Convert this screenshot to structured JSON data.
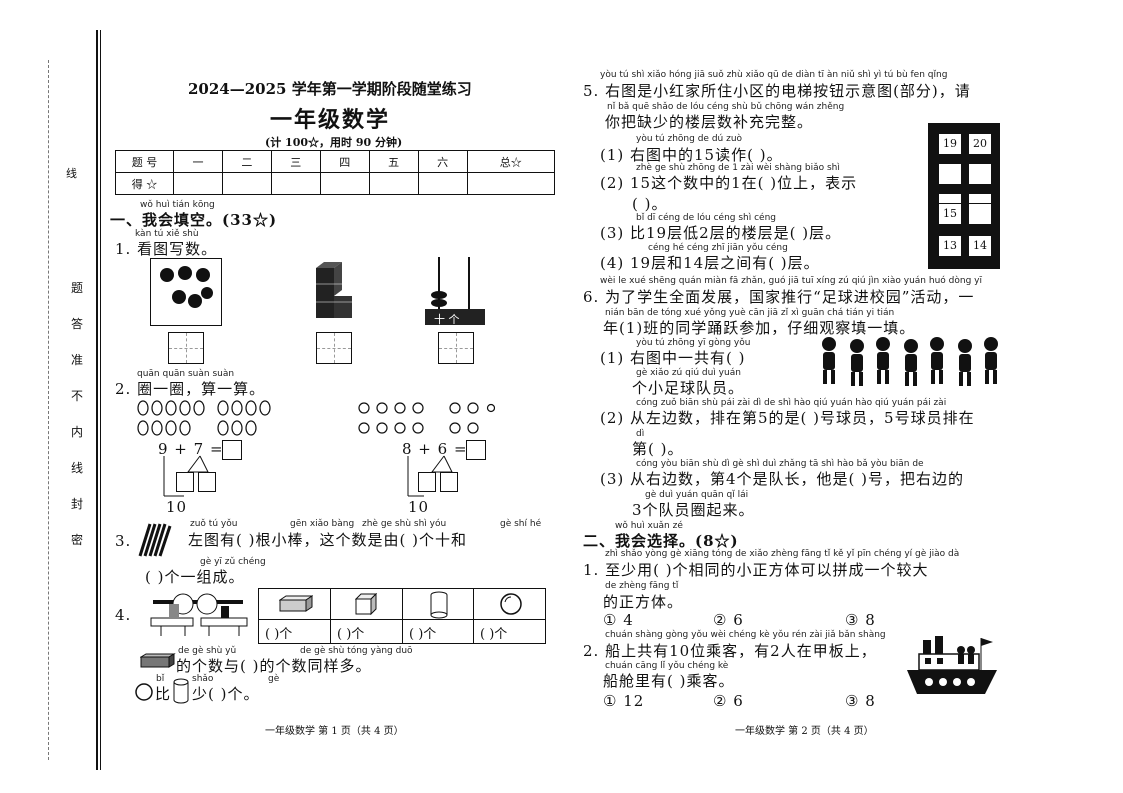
{
  "margin": {
    "chars": [
      "密",
      "封",
      "线",
      "内",
      "不",
      "准",
      "答",
      "题"
    ],
    "label_xian": "线"
  },
  "header": {
    "year_title": "2024—2025 学年第一学期阶段随堂练习",
    "subject": "一年级数学",
    "meta": "(计 100☆，用时 90 分钟)"
  },
  "score_table": {
    "row1": [
      "题 号",
      "一",
      "二",
      "三",
      "四",
      "五",
      "六",
      "总☆"
    ],
    "row2_label": "得 ☆"
  },
  "section1": {
    "py": "wǒ huì tián kōng",
    "title": "一、我会填空。(33☆)",
    "q1": {
      "py": "kàn tú xiě shù",
      "text": "1. 看图写数。",
      "abacus_label": "十  个"
    },
    "q2": {
      "py": "quān  quān  suàn  suàn",
      "text": "2. 圈一圈，算一算。",
      "left_eq": "9 + 7 =",
      "left_sum": "10",
      "right_eq": "8 + 6 =",
      "right_sum": "10"
    },
    "q3": {
      "py1": "zuǒ tú yǒu",
      "py2": "gēn xiǎo bàng",
      "py3": "zhè ge shù shì yóu",
      "py4": "gè shí  hé",
      "num": "3.",
      "line1": "左图有(      )根小棒，这个数是由(      )个十和",
      "py5": "gè yī zǔ chéng",
      "line2": "(      )个一组成。"
    },
    "q4": {
      "num": "4.",
      "cells": [
        "(    )个",
        "(    )个",
        "(    )个",
        "(    )个"
      ],
      "py1": "de  gè shù yǔ",
      "py2": "de gè shù tóng yàng duō",
      "line1": "的个数与(      )的个数同样多。",
      "py3": "bǐ",
      "py4": "shǎo",
      "py5": "gè",
      "line2_a": "比",
      "line2_b": "少(      )个。"
    }
  },
  "footer_left": "一年级数学   第 1 页（共 4 页）",
  "section_right": {
    "q5": {
      "py1": "yòu tú shì xiǎo hóng jiā suǒ zhù xiǎo qū de diàn tī àn niǔ shì yì tú  bù fen  qǐng",
      "line1": "5. 右图是小红家所住小区的电梯按钮示意图(部分)，请",
      "py2": "nǐ  bǎ quē shǎo de lóu céng shù bǔ chōng wán zhěng",
      "line2": "你把缺少的楼层数补充完整。",
      "s1_py": "yòu tú zhōng de    dú zuò",
      "s1": "(1) 右图中的15读作(          )。",
      "s2_py": "zhè ge shù zhōng de 1 zài      wèi shàng  biǎo shì",
      "s2": "(2) 15这个数中的1在(   )位上，表示",
      "s2b": "(              )。",
      "s3_py": "bǐ    dī   céng de lóu céng shì     céng",
      "s3": "(3) 比19层低2层的楼层是(      )层。",
      "s4_py": "céng hé    céng zhī jiān yǒu      céng",
      "s4": "(4) 19层和14层之间有(      )层。",
      "buttons": [
        "19",
        "20",
        "",
        "",
        "",
        "",
        "15",
        "",
        "13",
        "14"
      ]
    },
    "q6": {
      "py1": "wèi le xué shēng quán miàn fā zhǎn, guó jiā tuī xíng  zú qiú jìn xiào yuán  huó dòng  yī",
      "line1": "6. 为了学生全面发展，国家推行“足球进校园”活动，一",
      "py2": "nián     bān de tóng xué yǒng yuè cān jiā  zǐ xì guān chá tián yi tián",
      "line2": "年(1)班的同学踊跃参加，仔细观察填一填。",
      "s1_py": "yòu tú zhōng yī gòng yǒu",
      "s1": "(1) 右图中一共有(      )",
      "s1b_py": "gè xiǎo zú qiú duì yuán",
      "s1b": "个小足球队员。",
      "s2_py": "cóng zuǒ biān shù  pái zài dì   de shì      hào qiú yuán    hào qiú yuán pái zài",
      "s2": "(2) 从左边数，排在第5的是(    )号球员，5号球员排在",
      "s2b_py": "dì",
      "s2b": "第(      )。",
      "s3_py": "cóng yòu biān shù   dì    gè shì duì zhǎng   tā shì       hào  bǎ yòu biān de",
      "s3": "(3) 从右边数，第4个是队长，他是(    )号，把右边的",
      "s3b_py": "gè duì yuán quān qǐ lái",
      "s3b": "3个队员圈起来。"
    },
    "section2": {
      "py": "wǒ huì xuǎn zé",
      "title": "二、我会选择。(8☆)",
      "q1_py": "zhì shǎo yòng     gè xiāng tóng de xiǎo zhèng fāng tǐ  kě yǐ pīn chéng yí gè jiào dà",
      "q1": "1. 至少用(    )个相同的小正方体可以拼成一个较大",
      "q1b_py": "de zhèng fāng tǐ",
      "q1b": "的正方体。",
      "q1_opts": [
        "① 4",
        "② 6",
        "③ 8"
      ],
      "q2_py": "chuán shàng gòng yǒu      wèi chéng kè    yǒu rén zài jiǎ bǎn shàng",
      "q2": "2. 船上共有10位乘客，有2人在甲板上，",
      "q2b_py": "chuán cāng lǐ yǒu      chéng kè",
      "q2b": "船舱里有(    )乘客。",
      "q2_opts": [
        "① 12",
        "② 6",
        "③ 8"
      ]
    }
  },
  "footer_right": "一年级数学   第 2 页（共 4 页）",
  "colors": {
    "ink": "#111111",
    "paper": "#ffffff"
  }
}
